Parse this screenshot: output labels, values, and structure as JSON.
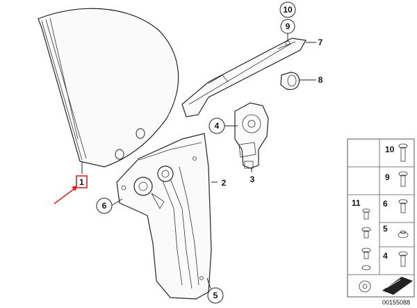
{
  "callouts": {
    "p1": "1",
    "p2": "2",
    "p3": "3",
    "p4": "4",
    "p5": "5",
    "p6": "6",
    "p7": "7",
    "p8": "8",
    "p9": "9",
    "p10": "10"
  },
  "legend": {
    "l10": "10",
    "l9": "9",
    "l11": "11",
    "l6": "6",
    "l5": "5",
    "l4": "4"
  },
  "diagram_id": "00155088",
  "colors": {
    "highlight": "#e02020",
    "line": "#222222"
  }
}
